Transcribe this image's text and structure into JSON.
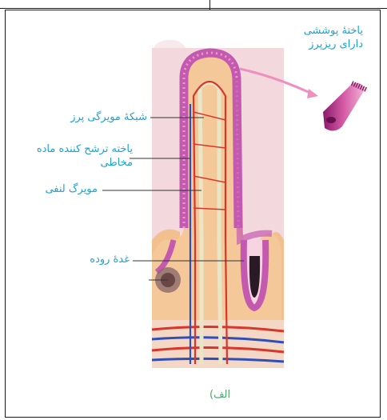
{
  "figure": {
    "labels": {
      "epithelial_cell": [
        "یاختهٔ پوششی",
        "دارای ریزپرز"
      ],
      "capillary_network": "شبکهٔ مویرگی پرز",
      "mucus_cell": [
        "یاخته ترشح کننده ماده",
        "مخاطی"
      ],
      "lymph_capillary": "مویرگ لنفی",
      "intestinal_gland": "غدهٔ روده"
    },
    "caption": "الف)"
  },
  "colors": {
    "label_text": "#1aa3d6",
    "caption_text": "#4aa86a",
    "epithelium": "#c45ab0",
    "tissue": "#f2c08f",
    "artery": "#d9362b",
    "vein": "#2f4fb8",
    "lymph": "#e9e6c8"
  }
}
